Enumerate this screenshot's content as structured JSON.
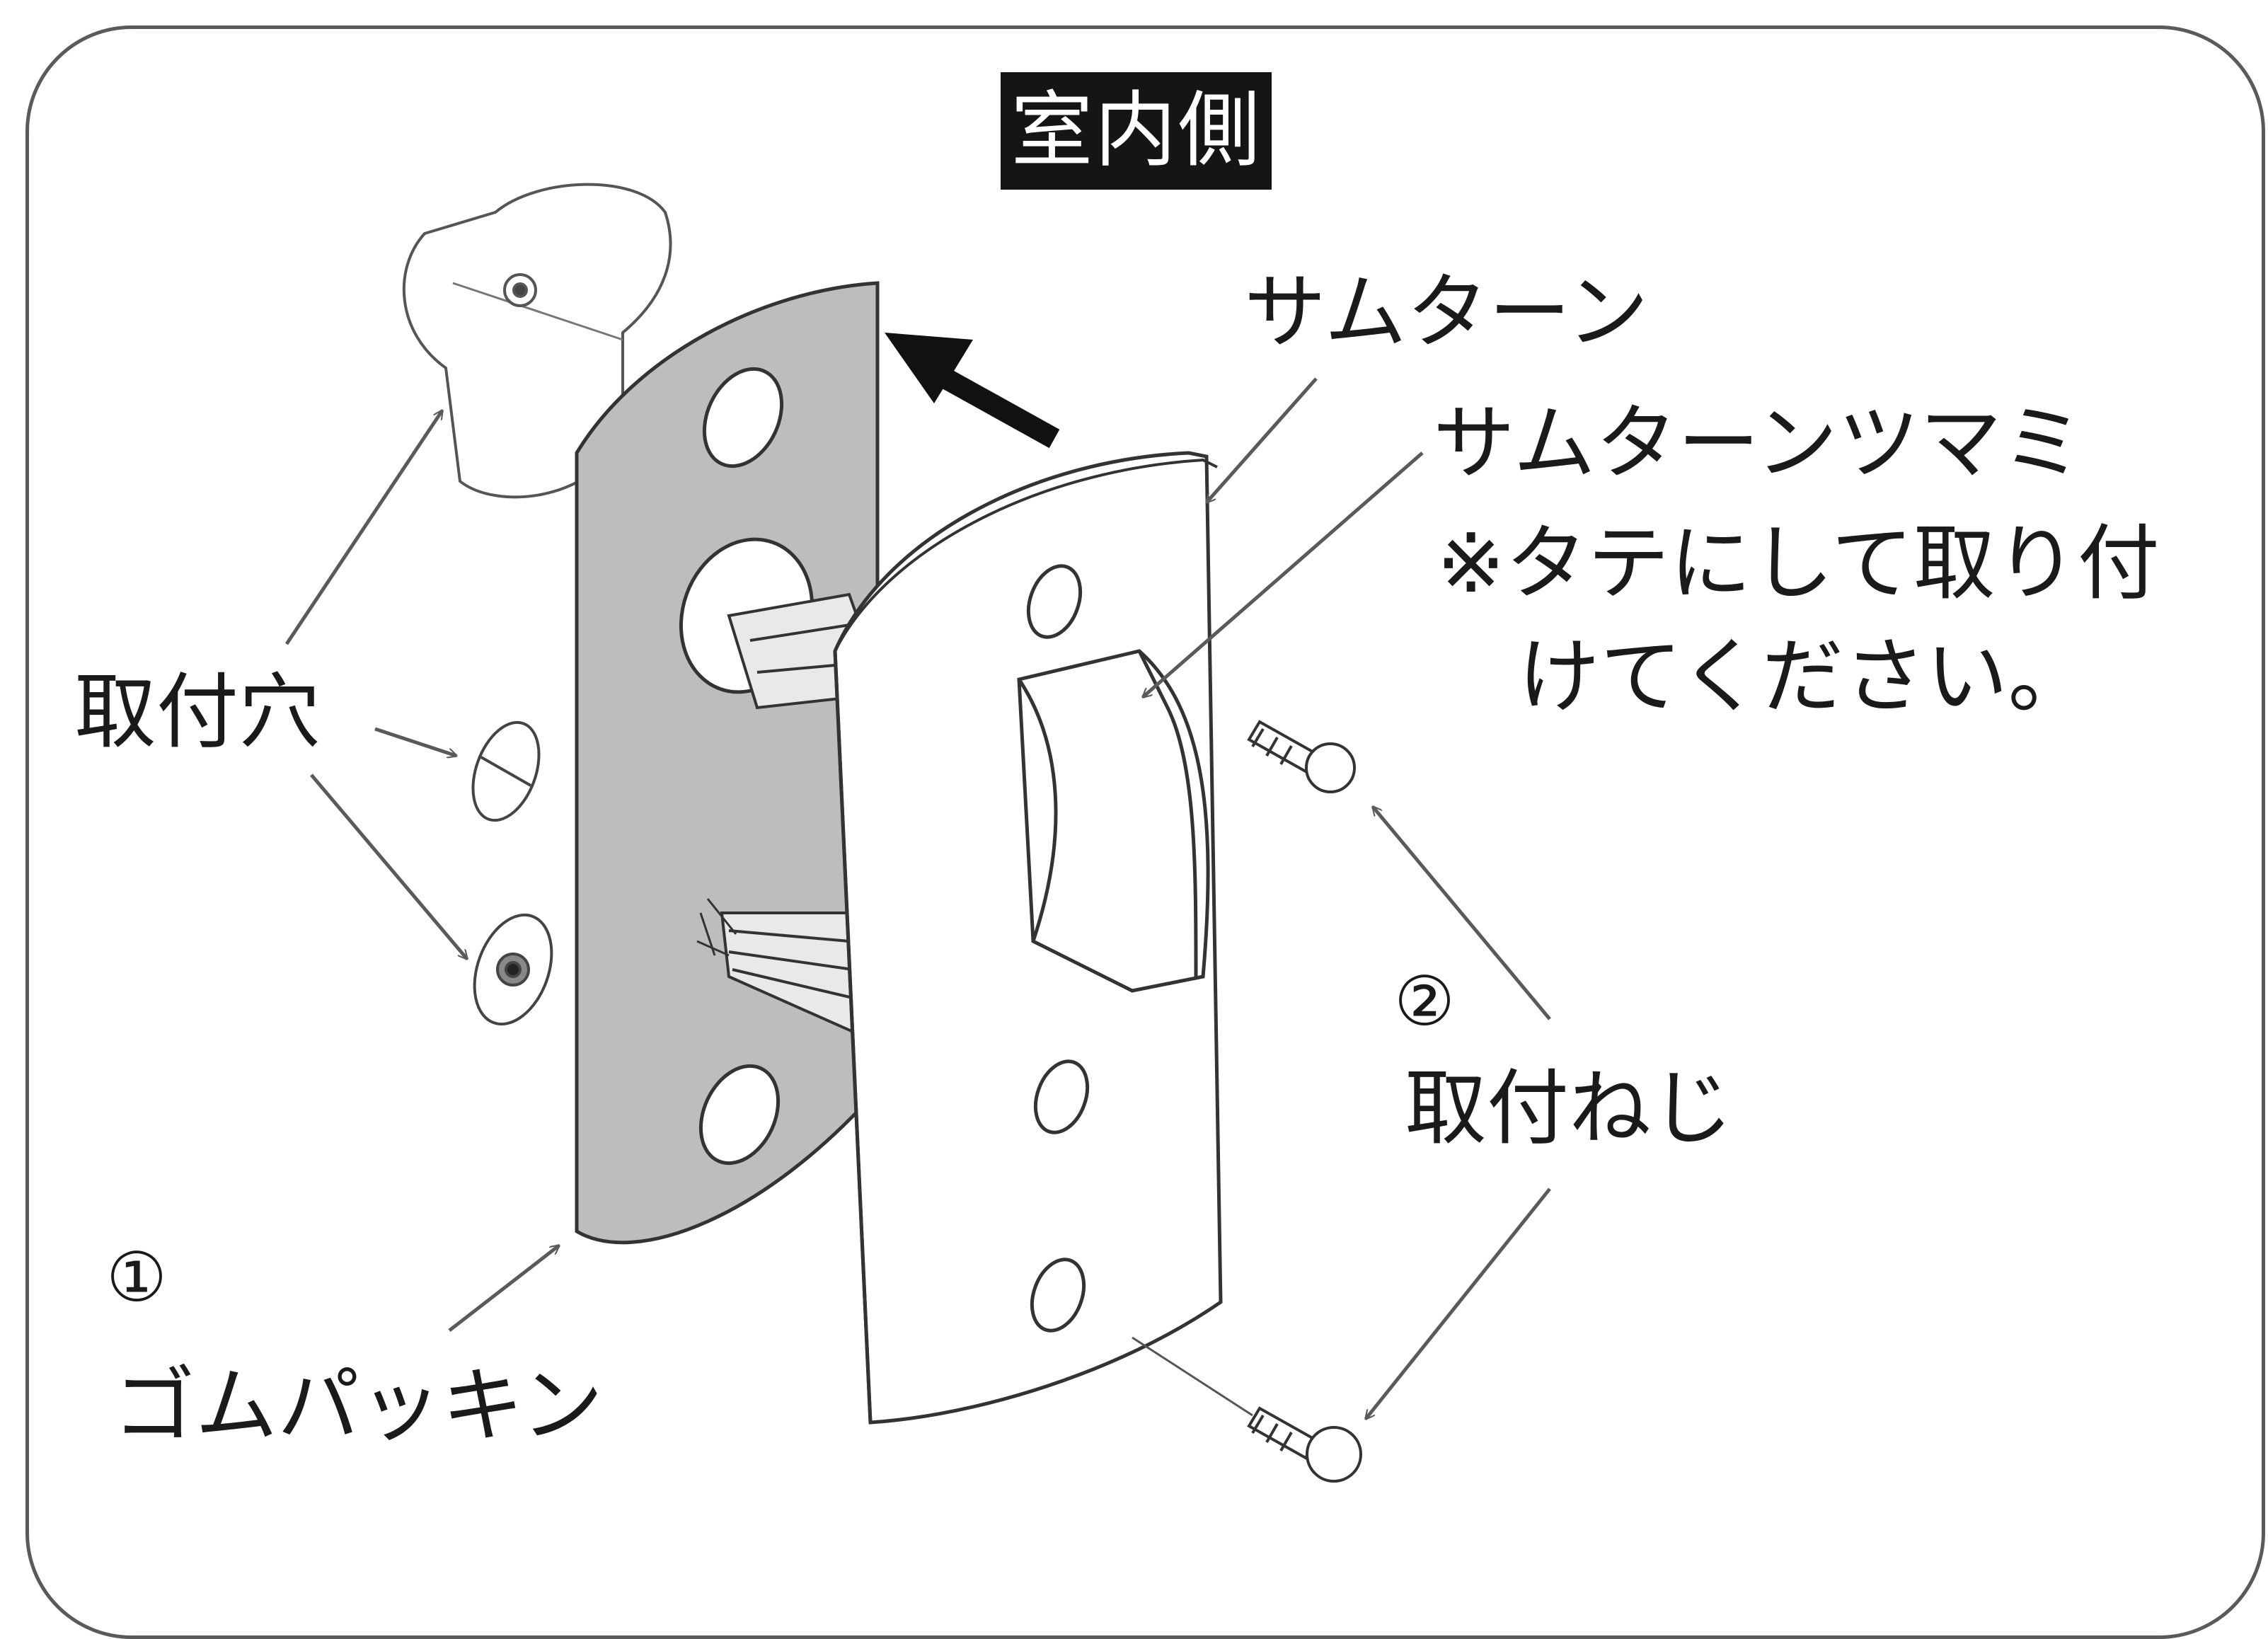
{
  "diagram": {
    "title": "室内側",
    "labels": {
      "thumbturn": "サムターン",
      "knob_line1": "サムターンツマミ",
      "knob_line2": "※タテにして取り付",
      "knob_line3": "けてください。",
      "holes": "取付穴",
      "packing_number": "①",
      "packing_name": "ゴムパッキン",
      "screw_number": "②",
      "screw_name": "取付ねじ"
    }
  }
}
